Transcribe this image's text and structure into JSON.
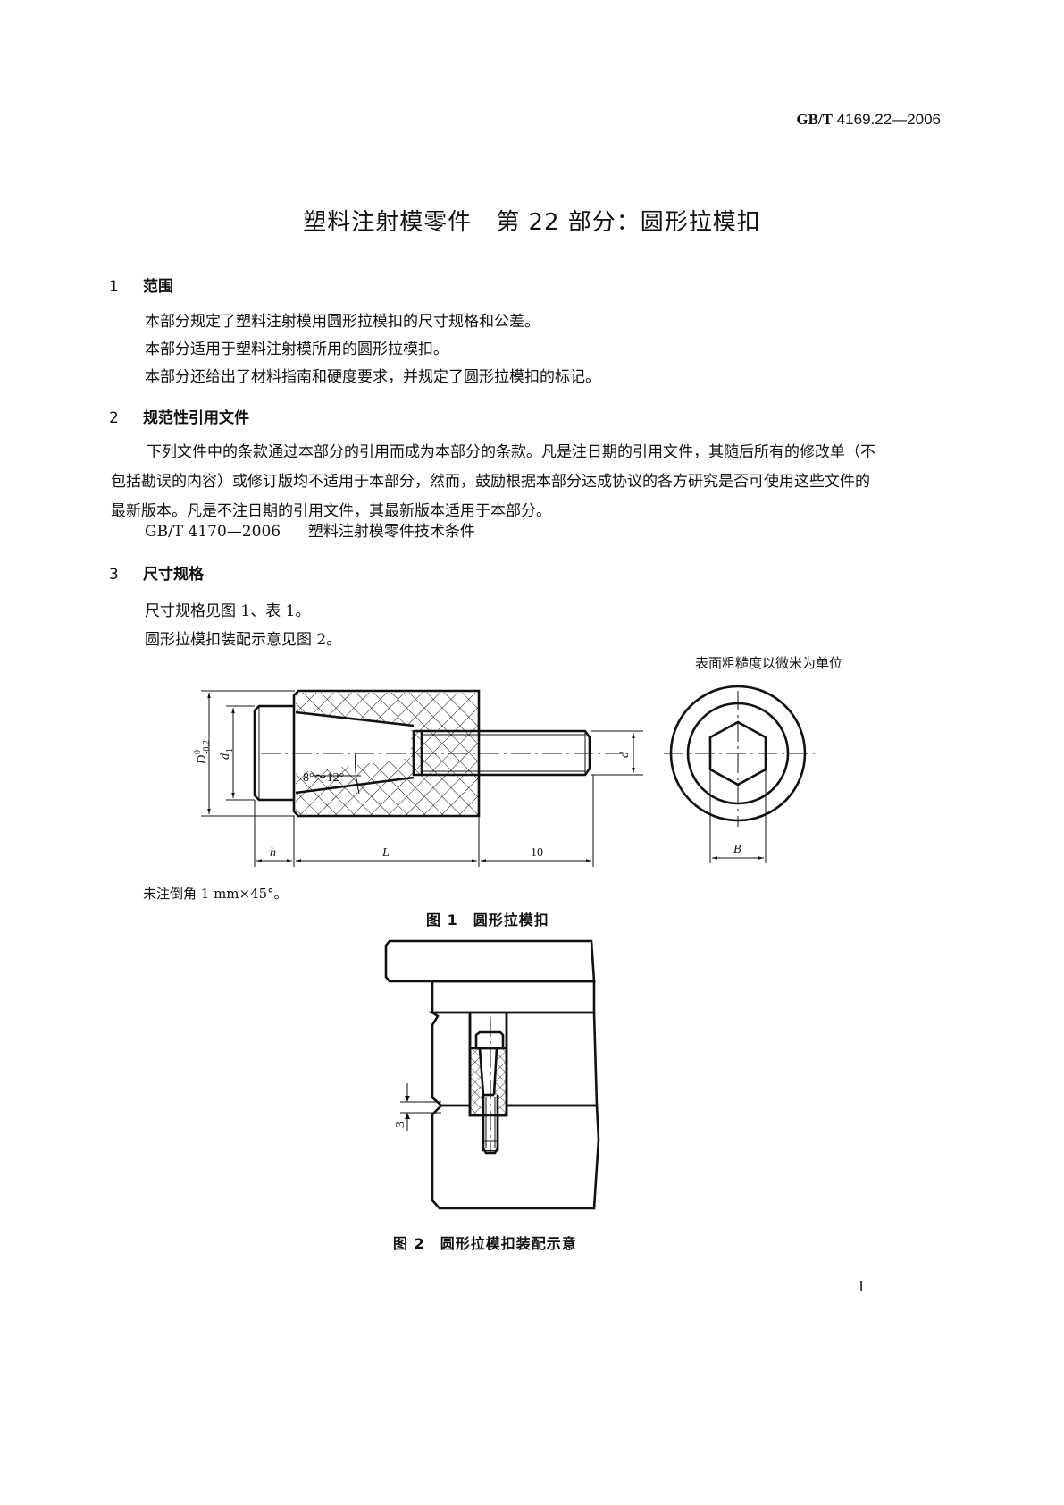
{
  "header": {
    "standard_prefix": "GB/T",
    "standard_number": "4169.22—2006"
  },
  "title": "塑料注射模零件　第 22 部分：圆形拉模扣",
  "sections": [
    {
      "number": "1",
      "heading": "范围",
      "paragraphs": [
        "本部分规定了塑料注射模用圆形拉模扣的尺寸规格和公差。",
        "本部分适用于塑料注射模所用的圆形拉模扣。",
        "本部分还给出了材料指南和硬度要求，并规定了圆形拉模扣的标记。"
      ]
    },
    {
      "number": "2",
      "heading": "规范性引用文件",
      "paragraphs": [
        "下列文件中的条款通过本部分的引用而成为本部分的条款。凡是注日期的引用文件，其随后所有的修改单（不包括勘误的内容）或修订版均不适用于本部分，然而，鼓励根据本部分达成协议的各方研究是否可使用这些文件的最新版本。凡是不注日期的引用文件，其最新版本适用于本部分。"
      ],
      "references": [
        {
          "code": "GB/T 4170—2006",
          "title": "塑料注射模零件技术条件"
        }
      ]
    },
    {
      "number": "3",
      "heading": "尺寸规格",
      "paragraphs": [
        "尺寸规格见图 1、表 1。",
        "圆形拉模扣装配示意见图 2。"
      ]
    }
  ],
  "figure1": {
    "roughness_note": "表面粗糙度以微米为单位",
    "labels": {
      "D": "D",
      "D_tol_upper": "0",
      "D_tol_lower": "-0.2",
      "d1": "d",
      "d1_sub": "1",
      "d": "d",
      "angle": "8°～12°",
      "h": "h",
      "L": "L",
      "ten": "10",
      "B": "B"
    },
    "footnote": "未注倒角 1 mm×45°。",
    "caption": "图 1　圆形拉模扣"
  },
  "figure2": {
    "dim_label": "3",
    "caption": "图 2　圆形拉模扣装配示意"
  },
  "page_number": "1"
}
